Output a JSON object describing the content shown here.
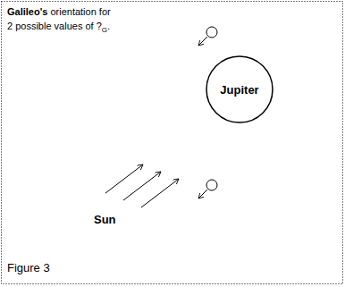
{
  "diagram": {
    "caption": "Figure 3",
    "nodes": [
      {
        "text": [
          "Jupiter"
        ]
      }
    ],
    "labels": [
      "Galileo's",
      "orientation for",
      "2 possible values of ?",
      "G",
      ".",
      "Sun"
    ]
  }
}
